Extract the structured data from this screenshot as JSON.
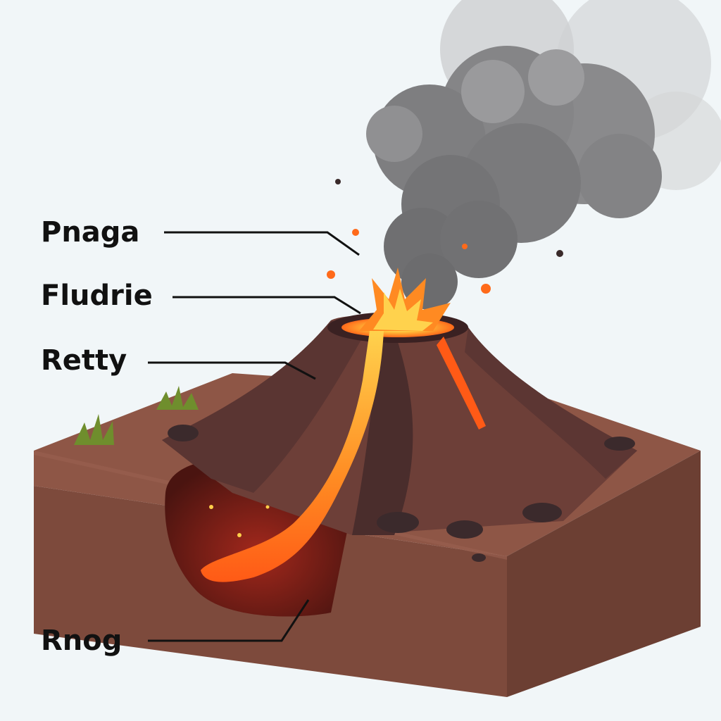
{
  "diagram": {
    "subject": "Volcano cross-section illustration",
    "labels": [
      {
        "id": "lbl-0",
        "text": "Pnaga"
      },
      {
        "id": "lbl-1",
        "text": "Fludrie"
      },
      {
        "id": "lbl-2",
        "text": "Retty"
      },
      {
        "id": "lbl-3",
        "text": "Rnog"
      }
    ]
  },
  "colors": {
    "background": "#f1f6f8",
    "ground_top": "#8e5646",
    "ground_front": "#7d4a3c",
    "ground_side": "#6c3f33",
    "cone": "#6d3f38",
    "cone_dark": "#4a2d2c",
    "lava_orange": "#ff6a1a",
    "lava_yellow": "#ffcf4a",
    "smoke": "#7c7c7e",
    "grass": "#6f8e2d",
    "leader_line": "#111111"
  }
}
